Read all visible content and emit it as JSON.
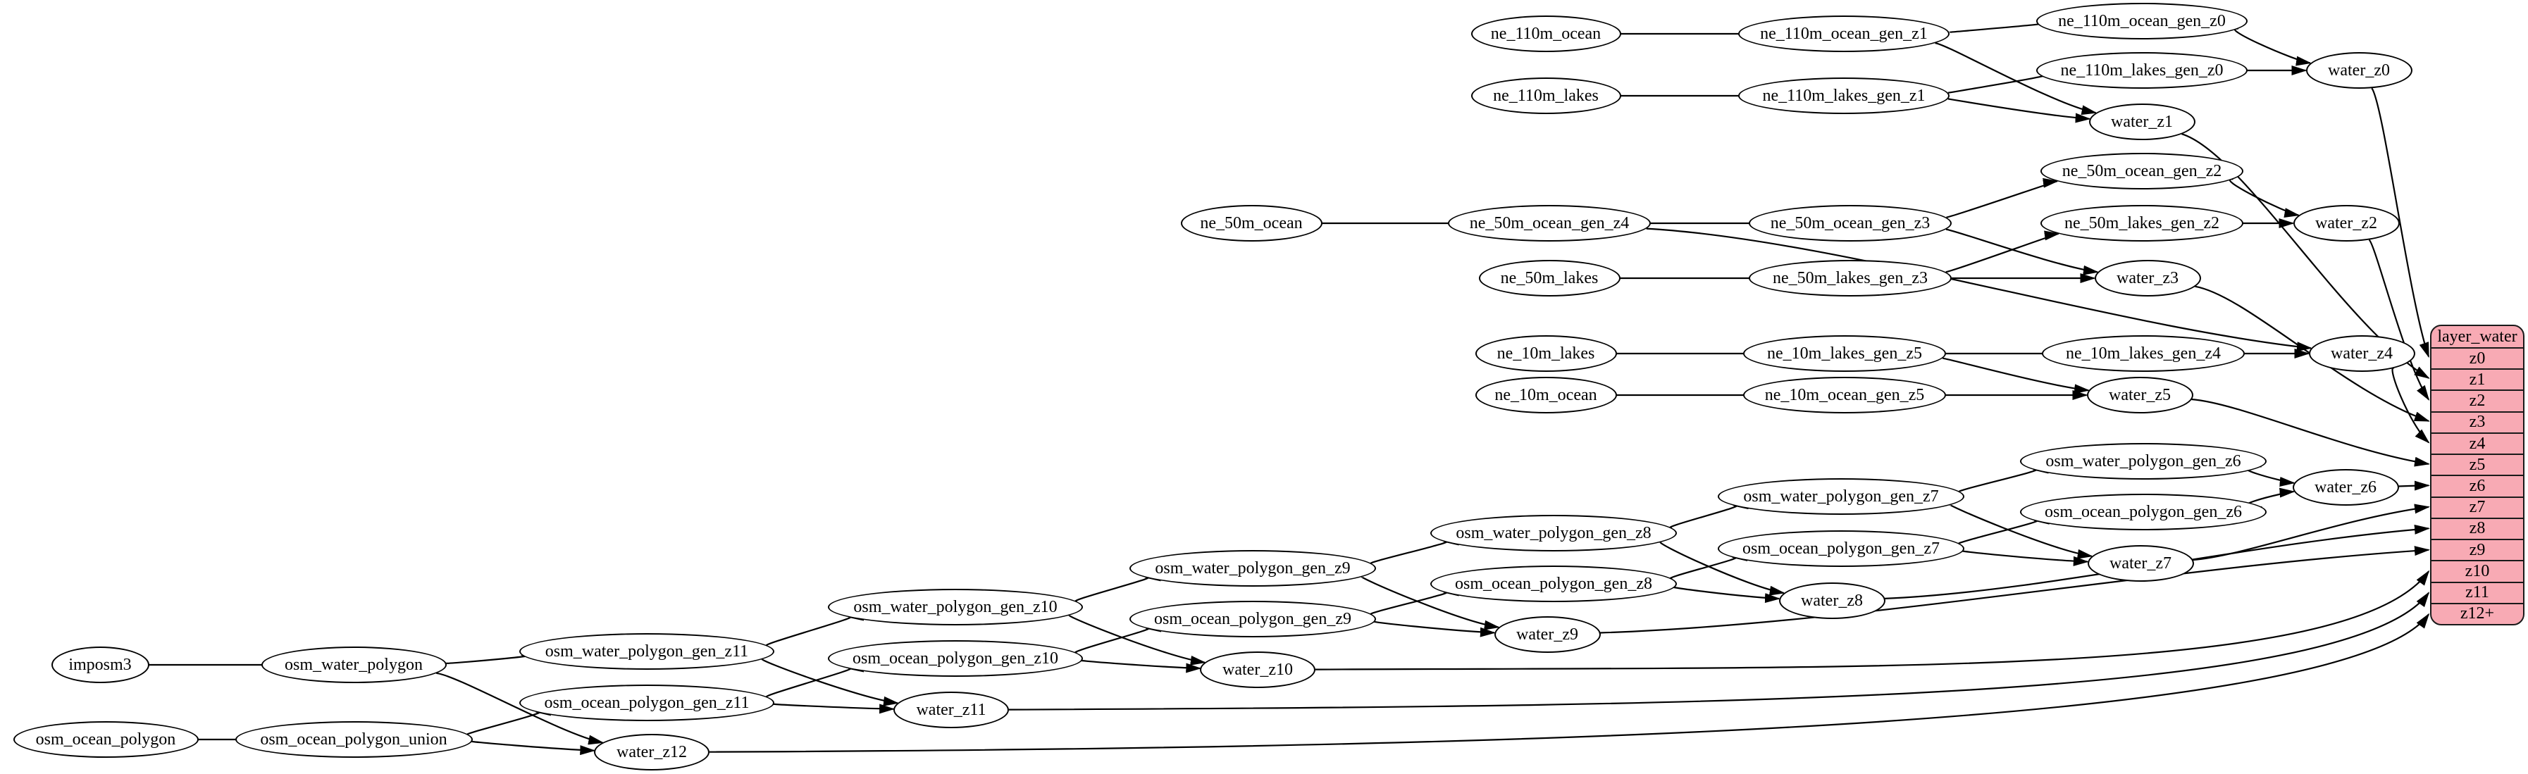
{
  "diagram": {
    "type": "directed-graph",
    "table": {
      "title": "layer_water",
      "rows": [
        "z0",
        "z1",
        "z2",
        "z3",
        "z4",
        "z5",
        "z6",
        "z7",
        "z8",
        "z9",
        "z10",
        "z11",
        "z12+"
      ]
    },
    "nodes": [
      {
        "id": "ne_110m_ocean",
        "label": "ne_110m_ocean"
      },
      {
        "id": "ne_110m_ocean_gen_z1",
        "label": "ne_110m_ocean_gen_z1"
      },
      {
        "id": "ne_110m_ocean_gen_z0",
        "label": "ne_110m_ocean_gen_z0"
      },
      {
        "id": "ne_110m_lakes",
        "label": "ne_110m_lakes"
      },
      {
        "id": "ne_110m_lakes_gen_z1",
        "label": "ne_110m_lakes_gen_z1"
      },
      {
        "id": "ne_110m_lakes_gen_z0",
        "label": "ne_110m_lakes_gen_z0"
      },
      {
        "id": "water_z0",
        "label": "water_z0"
      },
      {
        "id": "water_z1",
        "label": "water_z1"
      },
      {
        "id": "ne_50m_ocean",
        "label": "ne_50m_ocean"
      },
      {
        "id": "ne_50m_ocean_gen_z4",
        "label": "ne_50m_ocean_gen_z4"
      },
      {
        "id": "ne_50m_ocean_gen_z3",
        "label": "ne_50m_ocean_gen_z3"
      },
      {
        "id": "ne_50m_ocean_gen_z2",
        "label": "ne_50m_ocean_gen_z2"
      },
      {
        "id": "ne_50m_lakes",
        "label": "ne_50m_lakes"
      },
      {
        "id": "ne_50m_lakes_gen_z3",
        "label": "ne_50m_lakes_gen_z3"
      },
      {
        "id": "ne_50m_lakes_gen_z2",
        "label": "ne_50m_lakes_gen_z2"
      },
      {
        "id": "water_z2",
        "label": "water_z2"
      },
      {
        "id": "water_z3",
        "label": "water_z3"
      },
      {
        "id": "ne_10m_lakes",
        "label": "ne_10m_lakes"
      },
      {
        "id": "ne_10m_lakes_gen_z5",
        "label": "ne_10m_lakes_gen_z5"
      },
      {
        "id": "ne_10m_lakes_gen_z4",
        "label": "ne_10m_lakes_gen_z4"
      },
      {
        "id": "water_z4",
        "label": "water_z4"
      },
      {
        "id": "ne_10m_ocean",
        "label": "ne_10m_ocean"
      },
      {
        "id": "ne_10m_ocean_gen_z5",
        "label": "ne_10m_ocean_gen_z5"
      },
      {
        "id": "water_z5",
        "label": "water_z5"
      },
      {
        "id": "osm_water_polygon_gen_z6",
        "label": "osm_water_polygon_gen_z6"
      },
      {
        "id": "water_z6",
        "label": "water_z6"
      },
      {
        "id": "osm_water_polygon_gen_z7",
        "label": "osm_water_polygon_gen_z7"
      },
      {
        "id": "osm_ocean_polygon_gen_z6",
        "label": "osm_ocean_polygon_gen_z6"
      },
      {
        "id": "osm_ocean_polygon_gen_z7",
        "label": "osm_ocean_polygon_gen_z7"
      },
      {
        "id": "water_z7",
        "label": "water_z7"
      },
      {
        "id": "osm_water_polygon_gen_z8",
        "label": "osm_water_polygon_gen_z8"
      },
      {
        "id": "osm_ocean_polygon_gen_z8",
        "label": "osm_ocean_polygon_gen_z8"
      },
      {
        "id": "water_z8",
        "label": "water_z8"
      },
      {
        "id": "osm_water_polygon_gen_z9",
        "label": "osm_water_polygon_gen_z9"
      },
      {
        "id": "osm_ocean_polygon_gen_z9",
        "label": "osm_ocean_polygon_gen_z9"
      },
      {
        "id": "water_z9",
        "label": "water_z9"
      },
      {
        "id": "osm_water_polygon_gen_z10",
        "label": "osm_water_polygon_gen_z10"
      },
      {
        "id": "osm_ocean_polygon_gen_z10",
        "label": "osm_ocean_polygon_gen_z10"
      },
      {
        "id": "water_z10",
        "label": "water_z10"
      },
      {
        "id": "osm_water_polygon_gen_z11",
        "label": "osm_water_polygon_gen_z11"
      },
      {
        "id": "osm_ocean_polygon_gen_z11",
        "label": "osm_ocean_polygon_gen_z11"
      },
      {
        "id": "water_z11",
        "label": "water_z11"
      },
      {
        "id": "imposm3",
        "label": "imposm3"
      },
      {
        "id": "osm_water_polygon",
        "label": "osm_water_polygon"
      },
      {
        "id": "osm_ocean_polygon",
        "label": "osm_ocean_polygon"
      },
      {
        "id": "osm_ocean_polygon_union",
        "label": "osm_ocean_polygon_union"
      },
      {
        "id": "water_z12",
        "label": "water_z12"
      }
    ],
    "edges": [
      [
        "ne_110m_ocean",
        "ne_110m_ocean_gen_z1"
      ],
      [
        "ne_110m_ocean_gen_z1",
        "ne_110m_ocean_gen_z0"
      ],
      [
        "ne_110m_ocean_gen_z1",
        "water_z1"
      ],
      [
        "ne_110m_ocean_gen_z0",
        "water_z0"
      ],
      [
        "ne_110m_lakes",
        "ne_110m_lakes_gen_z1"
      ],
      [
        "ne_110m_lakes_gen_z1",
        "ne_110m_lakes_gen_z0"
      ],
      [
        "ne_110m_lakes_gen_z1",
        "water_z1"
      ],
      [
        "ne_110m_lakes_gen_z0",
        "water_z0"
      ],
      [
        "ne_50m_ocean",
        "ne_50m_ocean_gen_z4"
      ],
      [
        "ne_50m_ocean_gen_z4",
        "ne_50m_ocean_gen_z3"
      ],
      [
        "ne_50m_ocean_gen_z4",
        "water_z4"
      ],
      [
        "ne_50m_ocean_gen_z3",
        "ne_50m_ocean_gen_z2"
      ],
      [
        "ne_50m_ocean_gen_z3",
        "water_z3"
      ],
      [
        "ne_50m_lakes",
        "ne_50m_lakes_gen_z3"
      ],
      [
        "ne_50m_lakes_gen_z3",
        "ne_50m_lakes_gen_z2"
      ],
      [
        "ne_50m_lakes_gen_z3",
        "water_z3"
      ],
      [
        "ne_50m_ocean_gen_z2",
        "water_z2"
      ],
      [
        "ne_50m_lakes_gen_z2",
        "water_z2"
      ],
      [
        "ne_10m_lakes",
        "ne_10m_lakes_gen_z5"
      ],
      [
        "ne_10m_lakes_gen_z5",
        "ne_10m_lakes_gen_z4"
      ],
      [
        "ne_10m_lakes_gen_z5",
        "water_z5"
      ],
      [
        "ne_10m_lakes_gen_z4",
        "water_z4"
      ],
      [
        "ne_10m_ocean",
        "ne_10m_ocean_gen_z5"
      ],
      [
        "ne_10m_ocean_gen_z5",
        "water_z5"
      ],
      [
        "imposm3",
        "osm_water_polygon"
      ],
      [
        "osm_water_polygon",
        "osm_water_polygon_gen_z11"
      ],
      [
        "osm_water_polygon",
        "water_z12"
      ],
      [
        "osm_ocean_polygon",
        "osm_ocean_polygon_union"
      ],
      [
        "osm_ocean_polygon_union",
        "osm_ocean_polygon_gen_z11"
      ],
      [
        "osm_ocean_polygon_union",
        "water_z12"
      ],
      [
        "osm_water_polygon_gen_z11",
        "osm_water_polygon_gen_z10"
      ],
      [
        "osm_water_polygon_gen_z11",
        "water_z11"
      ],
      [
        "osm_ocean_polygon_gen_z11",
        "osm_ocean_polygon_gen_z10"
      ],
      [
        "osm_ocean_polygon_gen_z11",
        "water_z11"
      ],
      [
        "osm_water_polygon_gen_z10",
        "osm_water_polygon_gen_z9"
      ],
      [
        "osm_water_polygon_gen_z10",
        "water_z10"
      ],
      [
        "osm_ocean_polygon_gen_z10",
        "osm_ocean_polygon_gen_z9"
      ],
      [
        "osm_ocean_polygon_gen_z10",
        "water_z10"
      ],
      [
        "osm_water_polygon_gen_z9",
        "osm_water_polygon_gen_z8"
      ],
      [
        "osm_water_polygon_gen_z9",
        "water_z9"
      ],
      [
        "osm_ocean_polygon_gen_z9",
        "osm_ocean_polygon_gen_z8"
      ],
      [
        "osm_ocean_polygon_gen_z9",
        "water_z9"
      ],
      [
        "osm_water_polygon_gen_z8",
        "osm_water_polygon_gen_z7"
      ],
      [
        "osm_water_polygon_gen_z8",
        "water_z8"
      ],
      [
        "osm_ocean_polygon_gen_z8",
        "osm_ocean_polygon_gen_z7"
      ],
      [
        "osm_ocean_polygon_gen_z8",
        "water_z8"
      ],
      [
        "osm_water_polygon_gen_z7",
        "osm_water_polygon_gen_z6"
      ],
      [
        "osm_water_polygon_gen_z7",
        "water_z7"
      ],
      [
        "osm_ocean_polygon_gen_z7",
        "osm_ocean_polygon_gen_z6"
      ],
      [
        "osm_ocean_polygon_gen_z7",
        "water_z7"
      ],
      [
        "osm_water_polygon_gen_z6",
        "water_z6"
      ],
      [
        "osm_ocean_polygon_gen_z6",
        "water_z6"
      ],
      [
        "water_z0",
        "layer_water:z0"
      ],
      [
        "water_z1",
        "layer_water:z1"
      ],
      [
        "water_z2",
        "layer_water:z2"
      ],
      [
        "water_z3",
        "layer_water:z3"
      ],
      [
        "water_z4",
        "layer_water:z4"
      ],
      [
        "water_z5",
        "layer_water:z5"
      ],
      [
        "water_z6",
        "layer_water:z6"
      ],
      [
        "water_z7",
        "layer_water:z7"
      ],
      [
        "water_z8",
        "layer_water:z8"
      ],
      [
        "water_z9",
        "layer_water:z9"
      ],
      [
        "water_z10",
        "layer_water:z10"
      ],
      [
        "water_z11",
        "layer_water:z11"
      ],
      [
        "water_z12",
        "layer_water:z12+"
      ]
    ],
    "colors": {
      "background": "#ffffff",
      "node_fill": "#ffffff",
      "node_stroke": "#000000",
      "edge_color": "#000000",
      "table_fill": "#f8aab4",
      "table_stroke": "#1a1a1a"
    }
  }
}
